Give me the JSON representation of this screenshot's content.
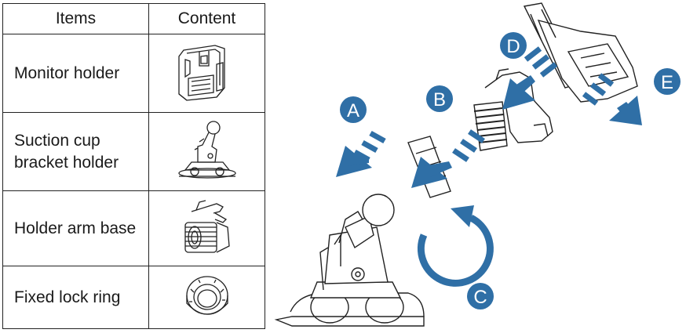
{
  "table": {
    "header_items": "Items",
    "header_content": "Content",
    "rows": [
      {
        "name": "Monitor holder",
        "icon": "monitor-holder-icon"
      },
      {
        "name": "Suction cup bracket holder",
        "icon": "suction-cup-bracket-icon"
      },
      {
        "name": "Holder arm base",
        "icon": "holder-arm-base-icon"
      },
      {
        "name": "Fixed lock ring",
        "icon": "fixed-lock-ring-icon"
      }
    ]
  },
  "diagram": {
    "steps": [
      "A",
      "B",
      "C",
      "D",
      "E"
    ],
    "arrow_color": "#2f6fa6",
    "line_color": "#222222"
  }
}
